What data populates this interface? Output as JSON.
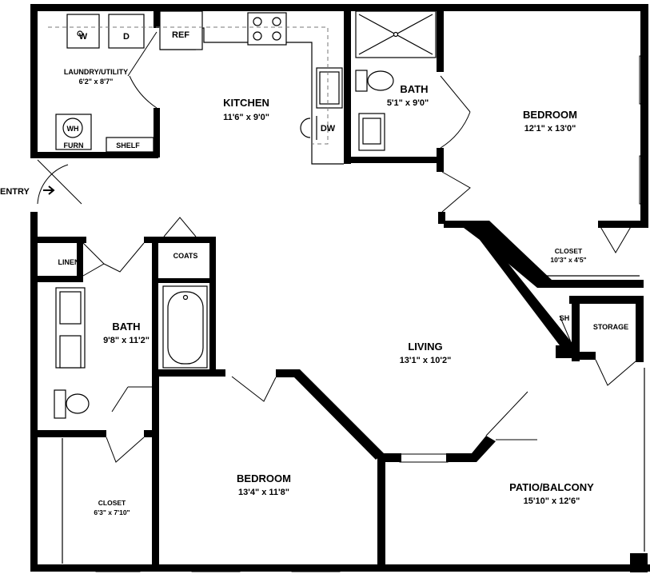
{
  "rooms": {
    "laundry": {
      "name": "LAUNDRY/UTILITY",
      "dims": "6'2\" x 8'7\""
    },
    "kitchen": {
      "name": "KITCHEN",
      "dims": "11'6\" x 9'0\""
    },
    "bath1": {
      "name": "BATH",
      "dims": "5'1\" x 9'0\""
    },
    "bedroom1": {
      "name": "BEDROOM",
      "dims": "12'1\" x 13'0\""
    },
    "closet1": {
      "name": "CLOSET",
      "dims": "10'3\" x 4'5\""
    },
    "bath2": {
      "name": "BATH",
      "dims": "9'8\" x 11'2\""
    },
    "living": {
      "name": "LIVING",
      "dims": "13'1\" x 10'2\""
    },
    "closet2": {
      "name": "CLOSET",
      "dims": "6'3\" x 7'10\""
    },
    "bedroom2": {
      "name": "BEDROOM",
      "dims": "13'4\" x 11'8\""
    },
    "patio": {
      "name": "PATIO/BALCONY",
      "dims": "15'10\" x 12'6\""
    }
  },
  "labels": {
    "washer": "W",
    "dryer": "D",
    "water_heater": "WH",
    "furnace": "FURN",
    "shelf": "SHELF",
    "refrigerator": "REF",
    "dishwasher": "DW",
    "entry": "ENTRY",
    "linen": "LINEN",
    "coats": "COATS",
    "shower": "SH",
    "storage": "STORAGE"
  },
  "icons": {
    "entry_arrow": "arrow-right-icon"
  }
}
